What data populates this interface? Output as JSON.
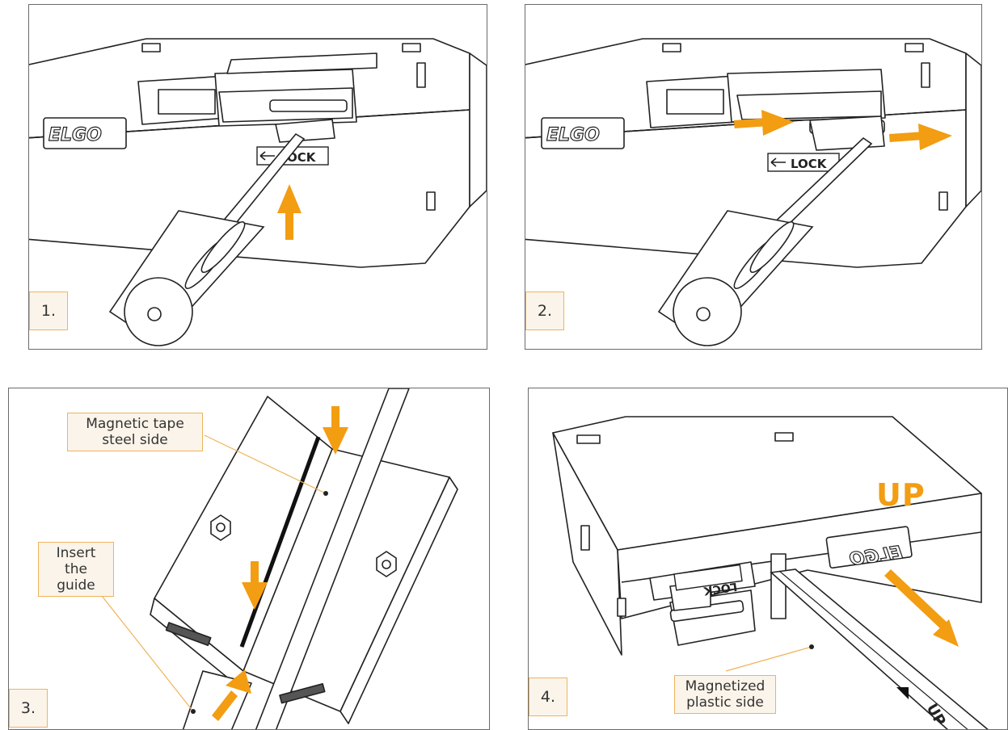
{
  "colors": {
    "accent": "#f29d12",
    "callout_border": "#f0b35a",
    "callout_fill": "#fbf4ea",
    "line": "#222222"
  },
  "brand": {
    "logo_text": "ELGO",
    "logo_text_mirrored": "ELGO"
  },
  "panels": [
    {
      "step": "1.",
      "lock_label": "LOCK"
    },
    {
      "step": "2.",
      "lock_label": "LOCK"
    },
    {
      "step": "3.",
      "callouts": [
        {
          "lines": [
            "Magnetic tape",
            "steel side"
          ]
        },
        {
          "lines": [
            "Insert the",
            "guide"
          ]
        }
      ]
    },
    {
      "step": "4.",
      "lock_label": "LOCK",
      "direction_label": "UP",
      "tape_label": "UP",
      "callouts": [
        {
          "lines": [
            "Magnetized",
            "plastic side"
          ]
        }
      ]
    }
  ]
}
